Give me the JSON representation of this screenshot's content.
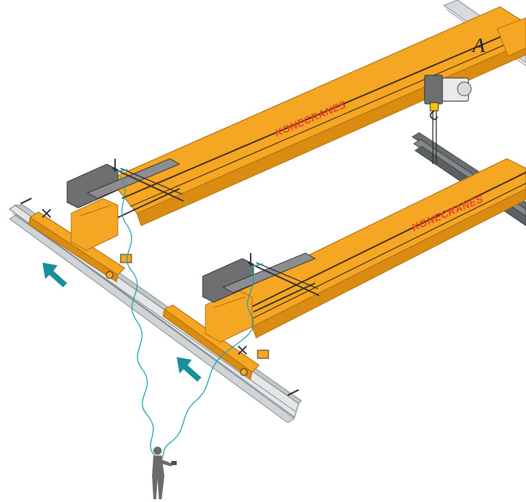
{
  "labels": {
    "brand_upper": "KONECRANES",
    "brand_lower": "KONECRANES",
    "bridge_letter": "A"
  },
  "colors": {
    "beam": "#f5a623",
    "beam_dark": "#d98b12",
    "beam_edge": "#b06f0a",
    "rail": "#cfd4d6",
    "rail_dark": "#8b9194",
    "hoist_grey": "#6e6f70",
    "cable": "#1fa3b0",
    "arrow": "#1a8f9c",
    "person": "#6b6b6b",
    "brand_text": "#e8432b"
  },
  "icons": {
    "arrow_upper": "travel-direction-arrow-icon",
    "arrow_lower": "travel-direction-arrow-icon",
    "operator": "operator-person-icon"
  }
}
